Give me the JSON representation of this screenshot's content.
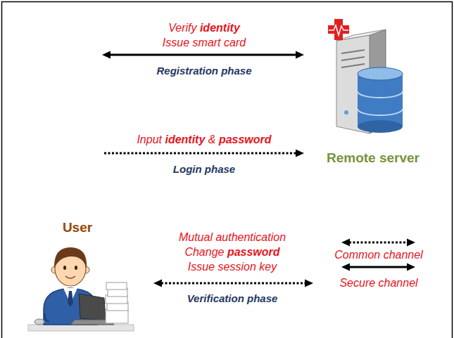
{
  "diagram": {
    "labels": [
      "Verify identity Issue smart card",
      "Registration phase",
      "Input identity & password",
      "Remote server",
      "Login phase",
      "User",
      "Mutual authentication Change password Issue session key",
      "Verification phase"
    ],
    "legend": [
      {
        "text": "Common channel"
      },
      {
        "text": "Secure channel"
      }
    ]
  }
}
